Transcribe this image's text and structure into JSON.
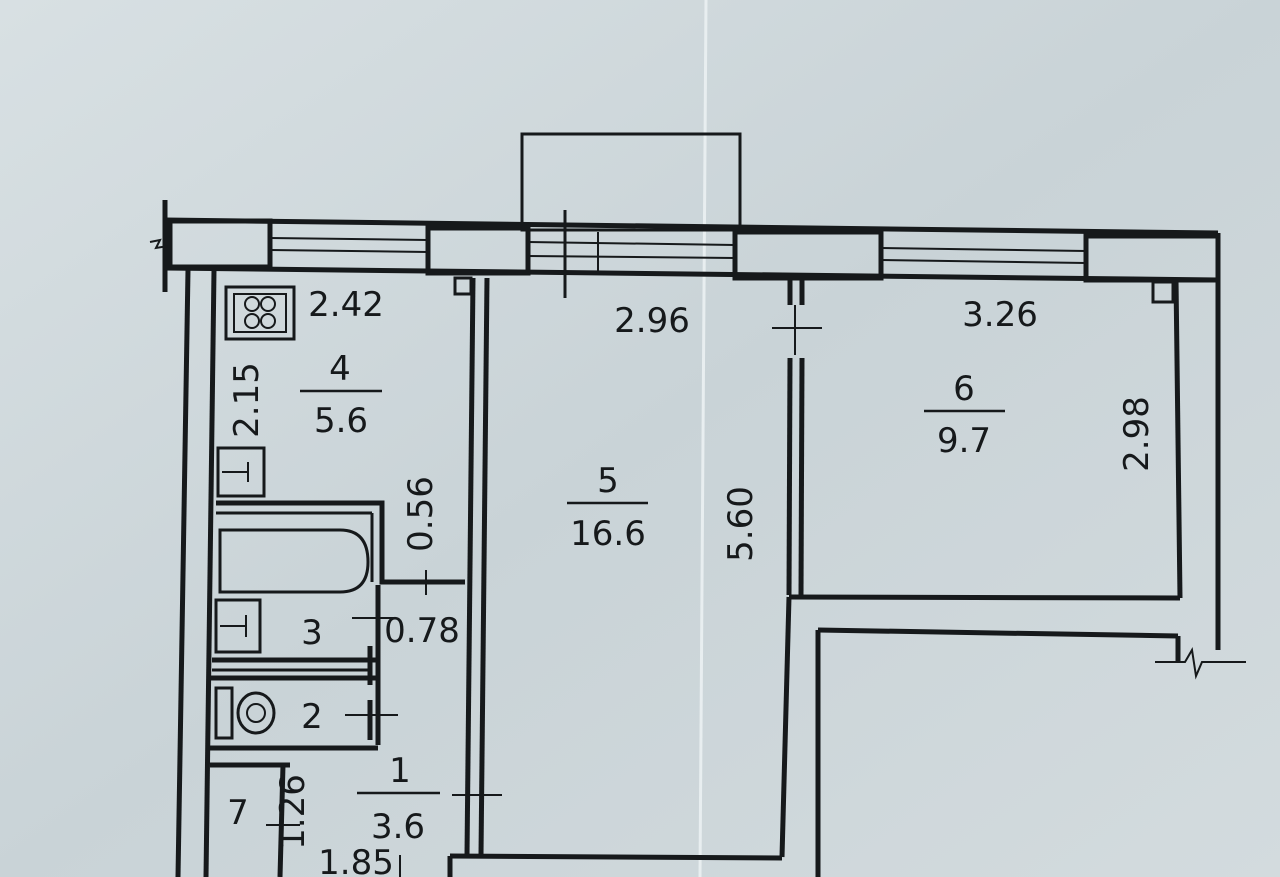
{
  "rooms": [
    {
      "number": "4",
      "area": "5.6"
    },
    {
      "number": "5",
      "area": "16.6"
    },
    {
      "number": "6",
      "area": "9.7"
    },
    {
      "number": "1",
      "area": "3.6"
    },
    {
      "number": "3"
    },
    {
      "number": "2"
    },
    {
      "number": "7"
    }
  ],
  "dimensions": {
    "kitchen_width": "2.42",
    "kitchen_depth": "2.15",
    "living_width": "2.96",
    "living_length": "5.60",
    "bedroom_width": "3.26",
    "bedroom_depth": "2.98",
    "door_a": "0.56",
    "door_b": "0.78",
    "hall_depth": "1.26",
    "hall_width": "1.85"
  },
  "icons": {
    "stove": "stove-four-burner-icon",
    "bathtub": "bathtub-icon",
    "sink": "sink-icon",
    "toilet": "toilet-icon"
  },
  "colors": {
    "paper": "#cfd8dc",
    "ink": "#16191b"
  }
}
